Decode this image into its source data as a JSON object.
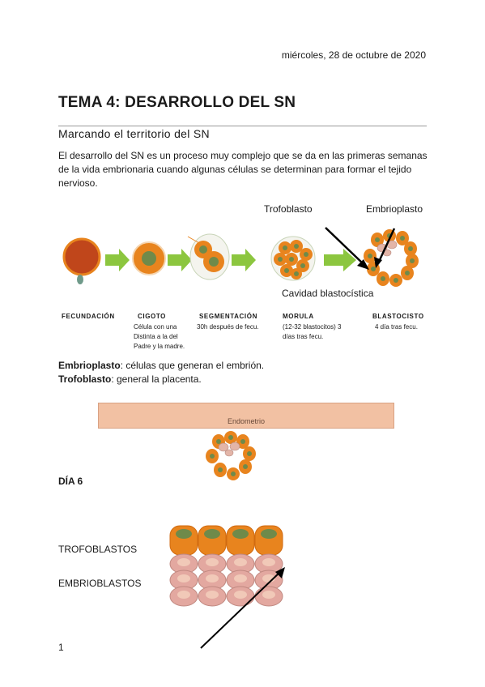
{
  "date": "miércoles, 28 de octubre de 2020",
  "title": "TEMA 4: DESARROLLO DEL SN",
  "subtitle": "Marcando el territorio del SN",
  "intro": "El desarrollo del SN es un proceso muy complejo que se da en las primeras semanas de la vida embrionaria cuando algunas células se determinan para formar el tejido nervioso.",
  "figure1": {
    "label_trofoblasto": "Trofoblasto",
    "label_embrioplasto": "Embrioplasto",
    "label_cavidad": "Cavidad blastocística",
    "stages": [
      {
        "title": "FECUNDACIÓN",
        "desc": ""
      },
      {
        "title": "CIGOTO",
        "desc": "Célula con una Distinta a la del Padre y la madre."
      },
      {
        "title": "SEGMENTACIÓN",
        "desc": "30h después de fecu."
      },
      {
        "title": "MORULA",
        "desc": "(12-32 blastocitos) 3 días tras fecu."
      },
      {
        "title": "BLASTOCISTO",
        "desc": "4 día tras fecu."
      }
    ]
  },
  "definitions": {
    "embrioplasto_term": "Embrioplasto",
    "embrioplasto_text": ": células que generan el embrión.",
    "trofoblasto_term": "Trofoblasto",
    "trofoblasto_text": ": general la placenta."
  },
  "figure2": {
    "endometrio_label": "Endometrio",
    "day_label": "DÍA 6"
  },
  "figure3": {
    "trofoblastos_label": "TROFOBLASTOS",
    "embrioblastos_label": "EMBRIOBLASTOS"
  },
  "page_number": "1",
  "colors": {
    "orange": "#e8841e",
    "green_nucleus": "#6f8a4a",
    "arrow_green": "#8cc63f",
    "pink": "#e3a8a0",
    "endometrio": "#f2c1a3"
  }
}
